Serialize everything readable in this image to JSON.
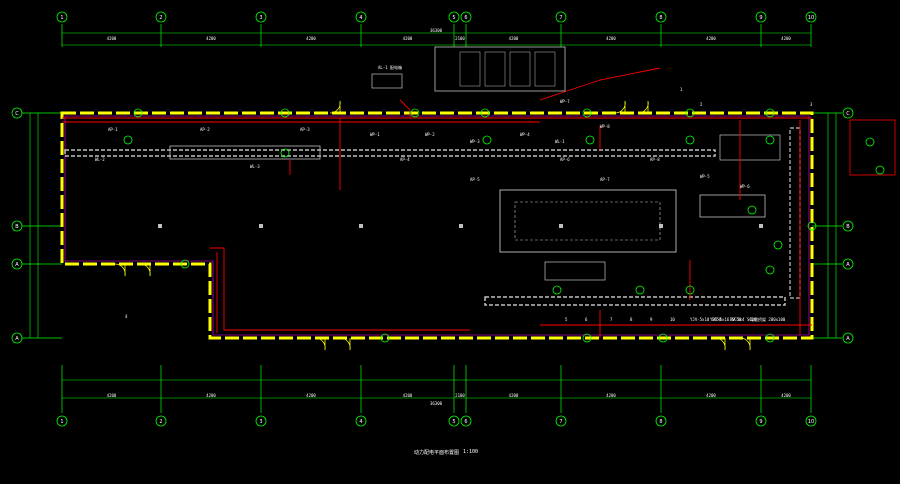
{
  "drawing": {
    "title": "动力配电平面布置图",
    "scale": "1:100",
    "colors": {
      "background": "#000000",
      "gridline": "#00ff00",
      "wall": "#ffff00",
      "wall_inner": "#ff00ff",
      "cable": "#ff0000",
      "equipment": "#c0c0c0",
      "label": "#ffffff"
    }
  },
  "column_axes": [
    "1",
    "2",
    "3",
    "4",
    "5",
    "6",
    "7",
    "8",
    "9",
    "10"
  ],
  "row_axes": [
    "C",
    "B",
    "A",
    "A"
  ],
  "top_dims": [
    "4200",
    "4200",
    "4200",
    "4200",
    "2100",
    "4200",
    "4200",
    "4200",
    "4200"
  ],
  "top_total": "36300",
  "bottom_dims": [
    "4200",
    "4200",
    "4200",
    "4200",
    "2100",
    "4200",
    "4200",
    "4200",
    "4200"
  ],
  "bottom_total": "36300",
  "labels": [
    "AL-1 配电箱",
    "AP-1",
    "AP-2",
    "AP-3",
    "WP-1",
    "WP-2",
    "WP-3",
    "WP-4",
    "WL-1",
    "WL-2",
    "WL-3",
    "AP-4",
    "AP-5",
    "AP-6",
    "AP-7",
    "AP-8",
    "WP-5",
    "WP-6",
    "WP-7",
    "WP-8",
    "1",
    "2",
    "3",
    "4",
    "5",
    "6",
    "7",
    "8",
    "9",
    "10",
    "YJV-5x10 SC50",
    "YJV-5x16 SC50",
    "BV-3x4 SC20",
    "电缆桥架 200x100"
  ]
}
